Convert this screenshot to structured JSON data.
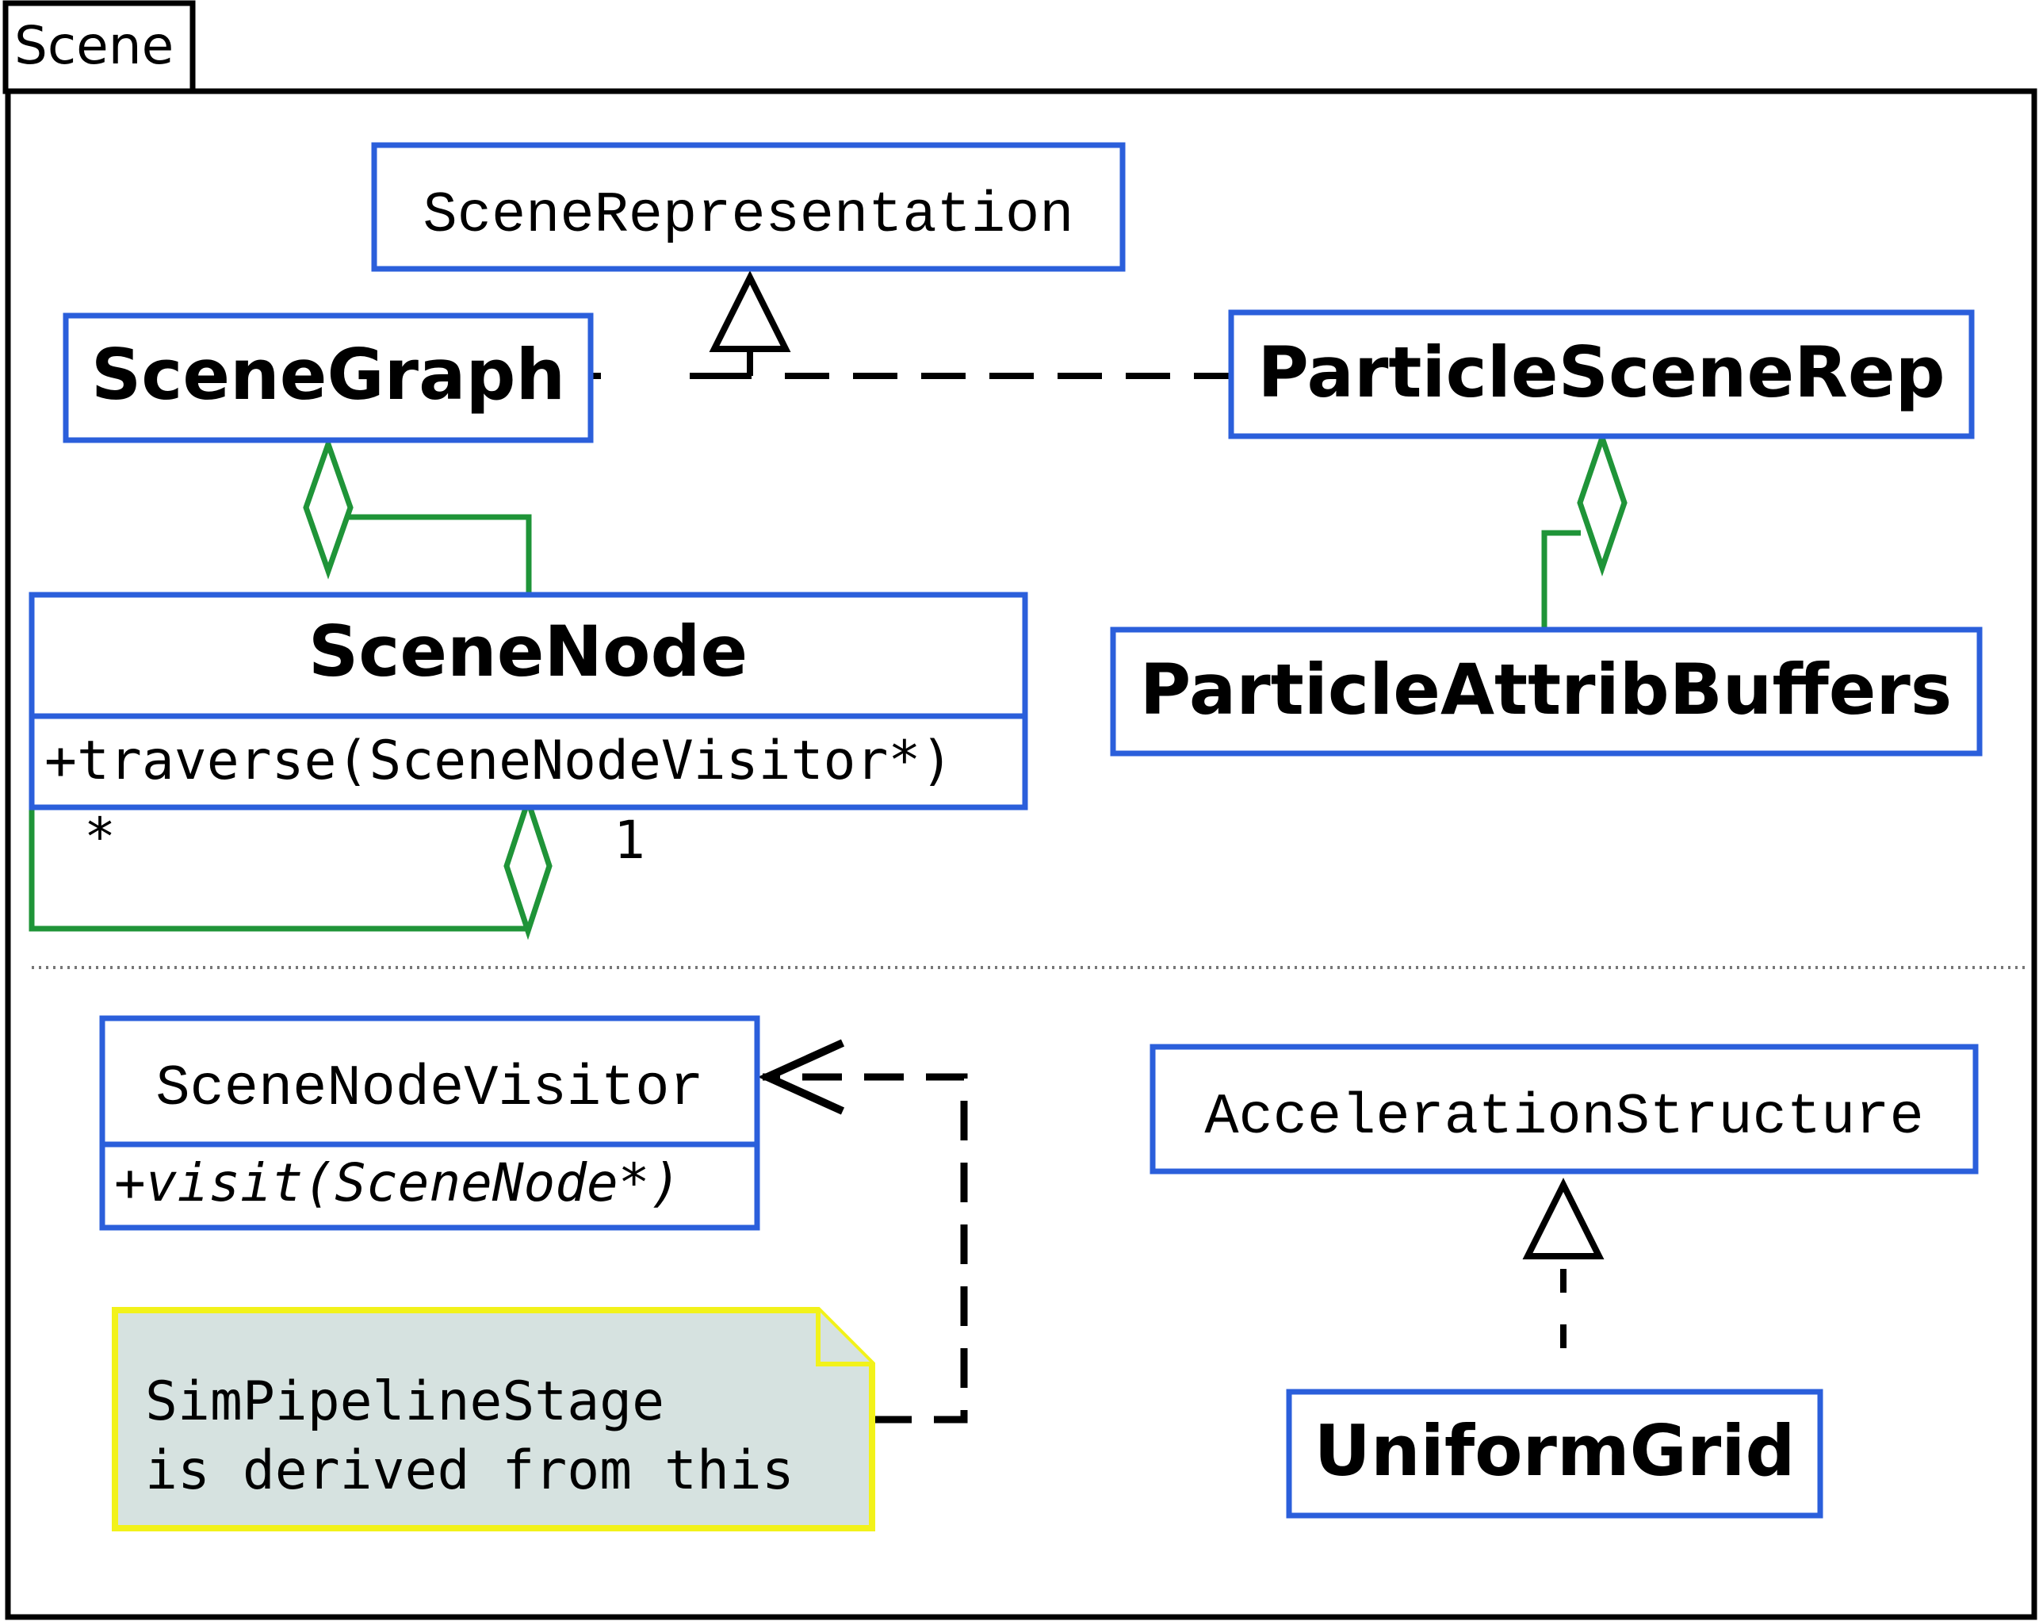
{
  "package": {
    "label": "Scene"
  },
  "classes": {
    "scene_representation": {
      "name": "SceneRepresentation"
    },
    "scene_graph": {
      "name": "SceneGraph"
    },
    "particle_scene_rep": {
      "name": "ParticleSceneRep"
    },
    "scene_node": {
      "name": "SceneNode",
      "method": "+traverse(SceneNodeVisitor*)"
    },
    "particle_attrib_buffers": {
      "name": "ParticleAttribBuffers"
    },
    "scene_node_visitor": {
      "name": "SceneNodeVisitor",
      "method": "+visit(SceneNode*)"
    },
    "acceleration_structure": {
      "name": "AccelerationStructure"
    },
    "uniform_grid": {
      "name": "UniformGrid"
    }
  },
  "multiplicity": {
    "many": "*",
    "one": "1"
  },
  "note": {
    "line1": "SimPipelineStage",
    "line2": "is derived from this"
  },
  "colors": {
    "class_border": "#2b5fdb",
    "aggregation": "#1f9438",
    "note_fill": "#d6e2e0",
    "note_border": "#f2f21a",
    "line": "#000000",
    "divider": "#777777"
  }
}
